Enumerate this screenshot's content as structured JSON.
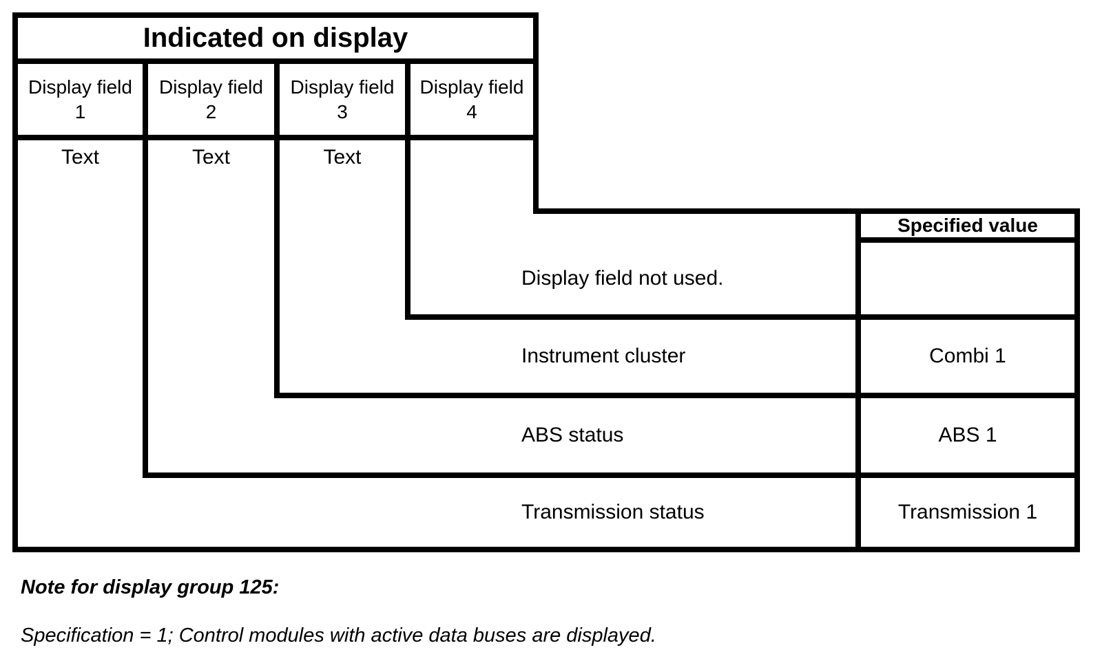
{
  "diagram": {
    "header": {
      "title": "Indicated on display"
    },
    "display_fields": [
      {
        "label": "Display field",
        "number": "1",
        "value": "Text"
      },
      {
        "label": "Display field",
        "number": "2",
        "value": "Text"
      },
      {
        "label": "Display field",
        "number": "3",
        "value": "Text"
      },
      {
        "label": "Display field",
        "number": "4",
        "value": ""
      }
    ],
    "specified_value_header": "Specified value",
    "rows": [
      {
        "label": "Display field not used.",
        "value": ""
      },
      {
        "label": "Instrument cluster",
        "value": "Combi 1"
      },
      {
        "label": "ABS status",
        "value": "ABS 1"
      },
      {
        "label": "Transmission status",
        "value": "Transmission 1"
      }
    ],
    "notes": {
      "heading": "Note for display group 125:",
      "body": "Specification = 1; Control modules with active data buses are displayed."
    },
    "colors": {
      "line": "#000000",
      "background": "#ffffff",
      "text": "#000000"
    }
  }
}
